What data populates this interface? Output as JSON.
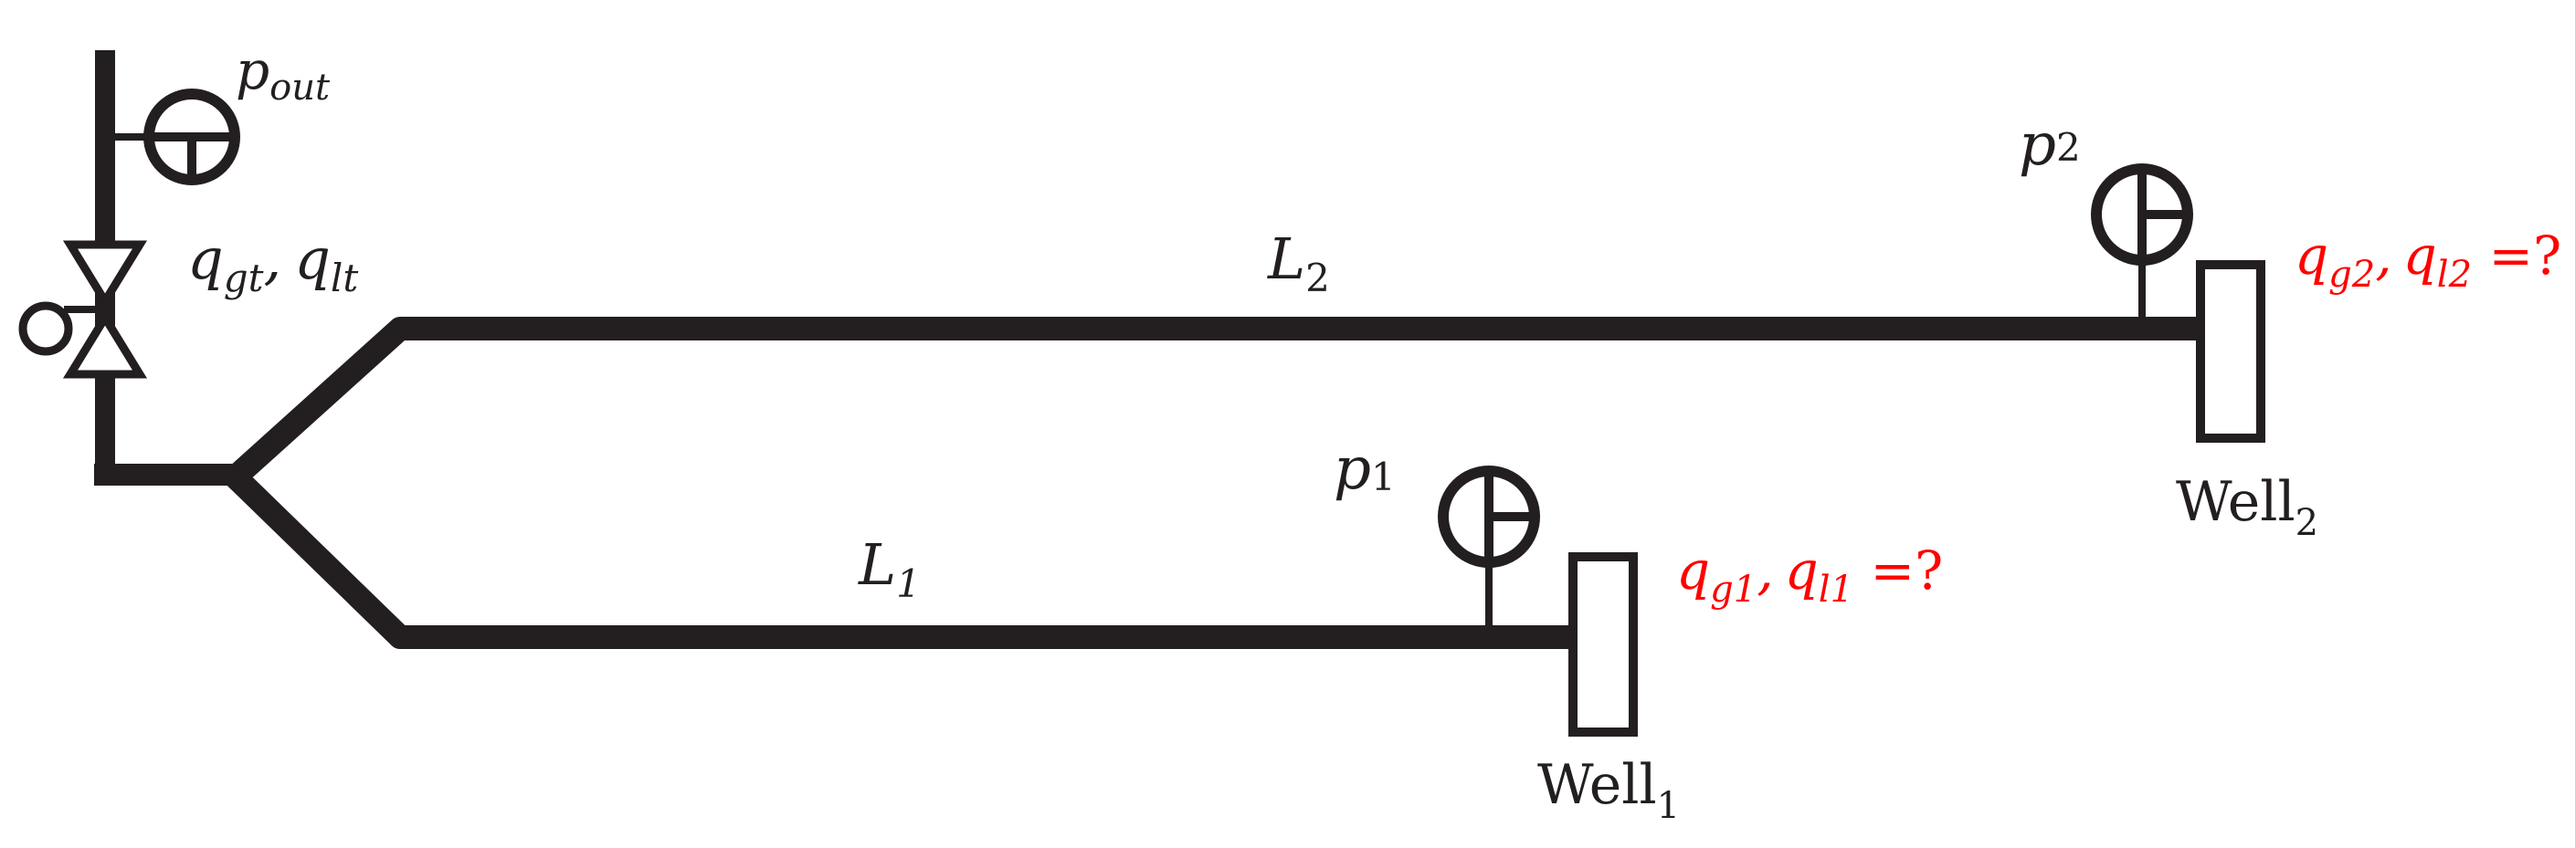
{
  "colors": {
    "ink": "#231f20",
    "unknown": "#ff0000",
    "background": "#ffffff"
  },
  "labels": {
    "p_out": {
      "base": "p",
      "sub": "out"
    },
    "q_total": {
      "q1_base": "q",
      "q1_sub": "gt",
      "sep": ",",
      "q2_base": "q",
      "q2_sub": "lt"
    },
    "L2": {
      "base": "L",
      "sub": "2"
    },
    "L1": {
      "base": "L",
      "sub": "1"
    },
    "p2": {
      "base": "p",
      "sub": "2"
    },
    "p1": {
      "base": "p",
      "sub": "1"
    },
    "well2": {
      "base": "Well",
      "sub": "2"
    },
    "well1": {
      "base": "Well",
      "sub": "1"
    },
    "q_well2": {
      "q1_base": "q",
      "q1_sub": "g2",
      "sep": ",",
      "q2_base": "q",
      "q2_sub": "l2",
      "tail": " =?"
    },
    "q_well1": {
      "q1_base": "q",
      "q1_sub": "g1",
      "sep": ",",
      "q2_base": "q",
      "q2_sub": "l1",
      "tail": " =?"
    }
  }
}
